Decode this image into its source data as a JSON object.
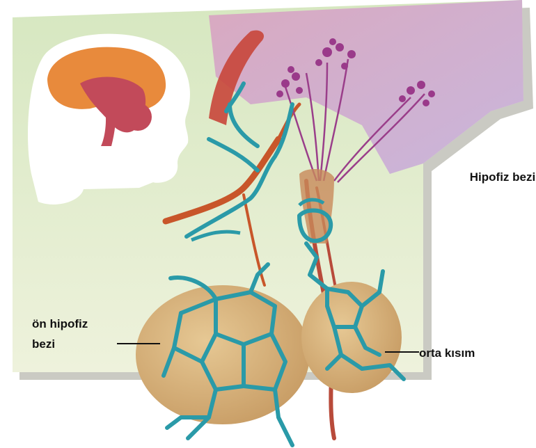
{
  "labels": {
    "hypophysis": "Hipofiz bezi",
    "anterior_line1": "ön hipofiz",
    "anterior_line2": "bezi",
    "middle": "orta kısım"
  },
  "colors": {
    "background_panel": "#cfe3b6",
    "brain": "#e88a3c",
    "gland": "#d8b27a",
    "capillary": "#2a9aa8",
    "artery": "#c8562a",
    "neuron": "#8a3a8a"
  }
}
